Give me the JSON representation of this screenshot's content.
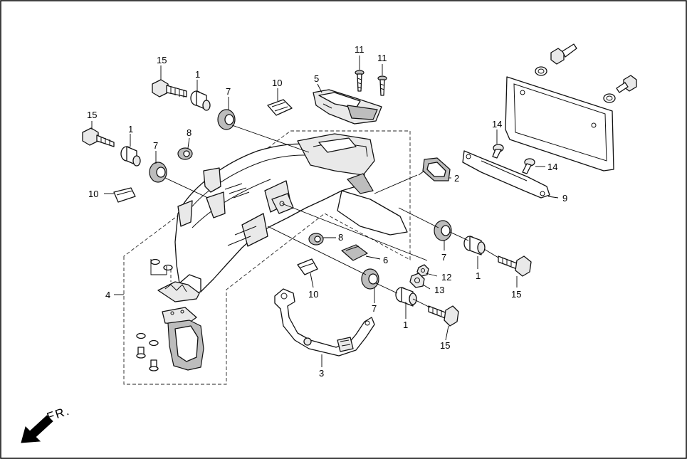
{
  "callouts": {
    "c15a": "15",
    "c1a": "1",
    "c7a": "7",
    "c10a": "10",
    "c5": "5",
    "c11a": "11",
    "c11b": "11",
    "c15b": "15",
    "c1b": "1",
    "c8a": "8",
    "c7b": "7",
    "c10b": "10",
    "c14a": "14",
    "c14b": "14",
    "c9": "9",
    "c2": "2",
    "c4": "4",
    "c8b": "8",
    "c6": "6",
    "c7c": "7",
    "c1c": "1",
    "c15c": "15",
    "c12": "12",
    "c13": "13",
    "c10c": "10",
    "c7d": "7",
    "c1d": "1",
    "c15d": "15",
    "c3": "3"
  },
  "front_direction_label": "FR.",
  "icons": {
    "direction_arrow": "arrow-down-left-icon"
  }
}
